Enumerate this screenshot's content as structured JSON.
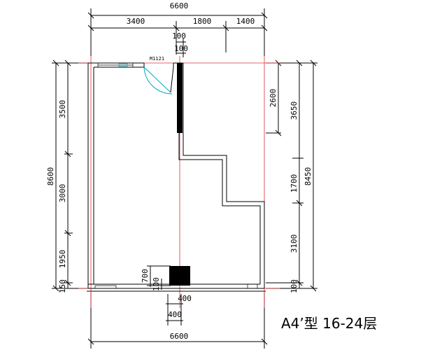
{
  "title": "A4’型 16-24层",
  "door_tag": "M1121",
  "top_dims": {
    "total": "6600",
    "seg1": "3400",
    "seg2": "1800",
    "seg3": "1400",
    "wall1": "100",
    "wall2": "100"
  },
  "bottom_dims": {
    "total": "6600",
    "seg_upper": "400",
    "seg_lower": "400"
  },
  "left_dims": {
    "total": "8600",
    "seg1": "3500",
    "seg2": "3000",
    "seg3": "1950",
    "seg4": "150"
  },
  "inner_dims": {
    "a": "700",
    "b": "100"
  },
  "right_dims": {
    "seg1": "2600",
    "seg_a": "3650",
    "seg2": "1700",
    "seg3": "3100",
    "seg4": "100",
    "total": "8450"
  },
  "colors": {
    "line": "#000000",
    "axis": "#e0303a",
    "door": "#00a8c0",
    "hatch": "#000000"
  }
}
